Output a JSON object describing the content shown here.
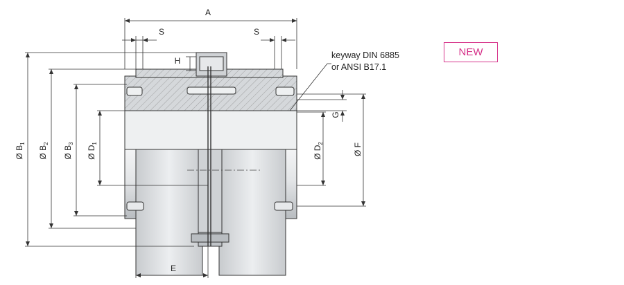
{
  "badge": {
    "label": "NEW",
    "color": "#d6338a"
  },
  "dimensions": {
    "A": "A",
    "S_left": "S",
    "S_right": "S",
    "H": "H",
    "G": "G",
    "E": "E",
    "B1": {
      "symbol": "Ø B",
      "sub": "1"
    },
    "B2": {
      "symbol": "Ø B",
      "sub": "2"
    },
    "B3": {
      "symbol": "Ø B",
      "sub": "3"
    },
    "D1": {
      "symbol": "Ø D",
      "sub": "1"
    },
    "D2": {
      "symbol": "Ø D",
      "sub": "2"
    },
    "F": {
      "symbol": "Ø F",
      "sub": ""
    }
  },
  "note": {
    "line1": "keyway DIN 6885",
    "line2": "or ANSI B17.1"
  },
  "colors": {
    "body_fill": "#d9dcdf",
    "shade": "#bfc3c7",
    "line": "#333333",
    "accent": "#d6338a"
  }
}
